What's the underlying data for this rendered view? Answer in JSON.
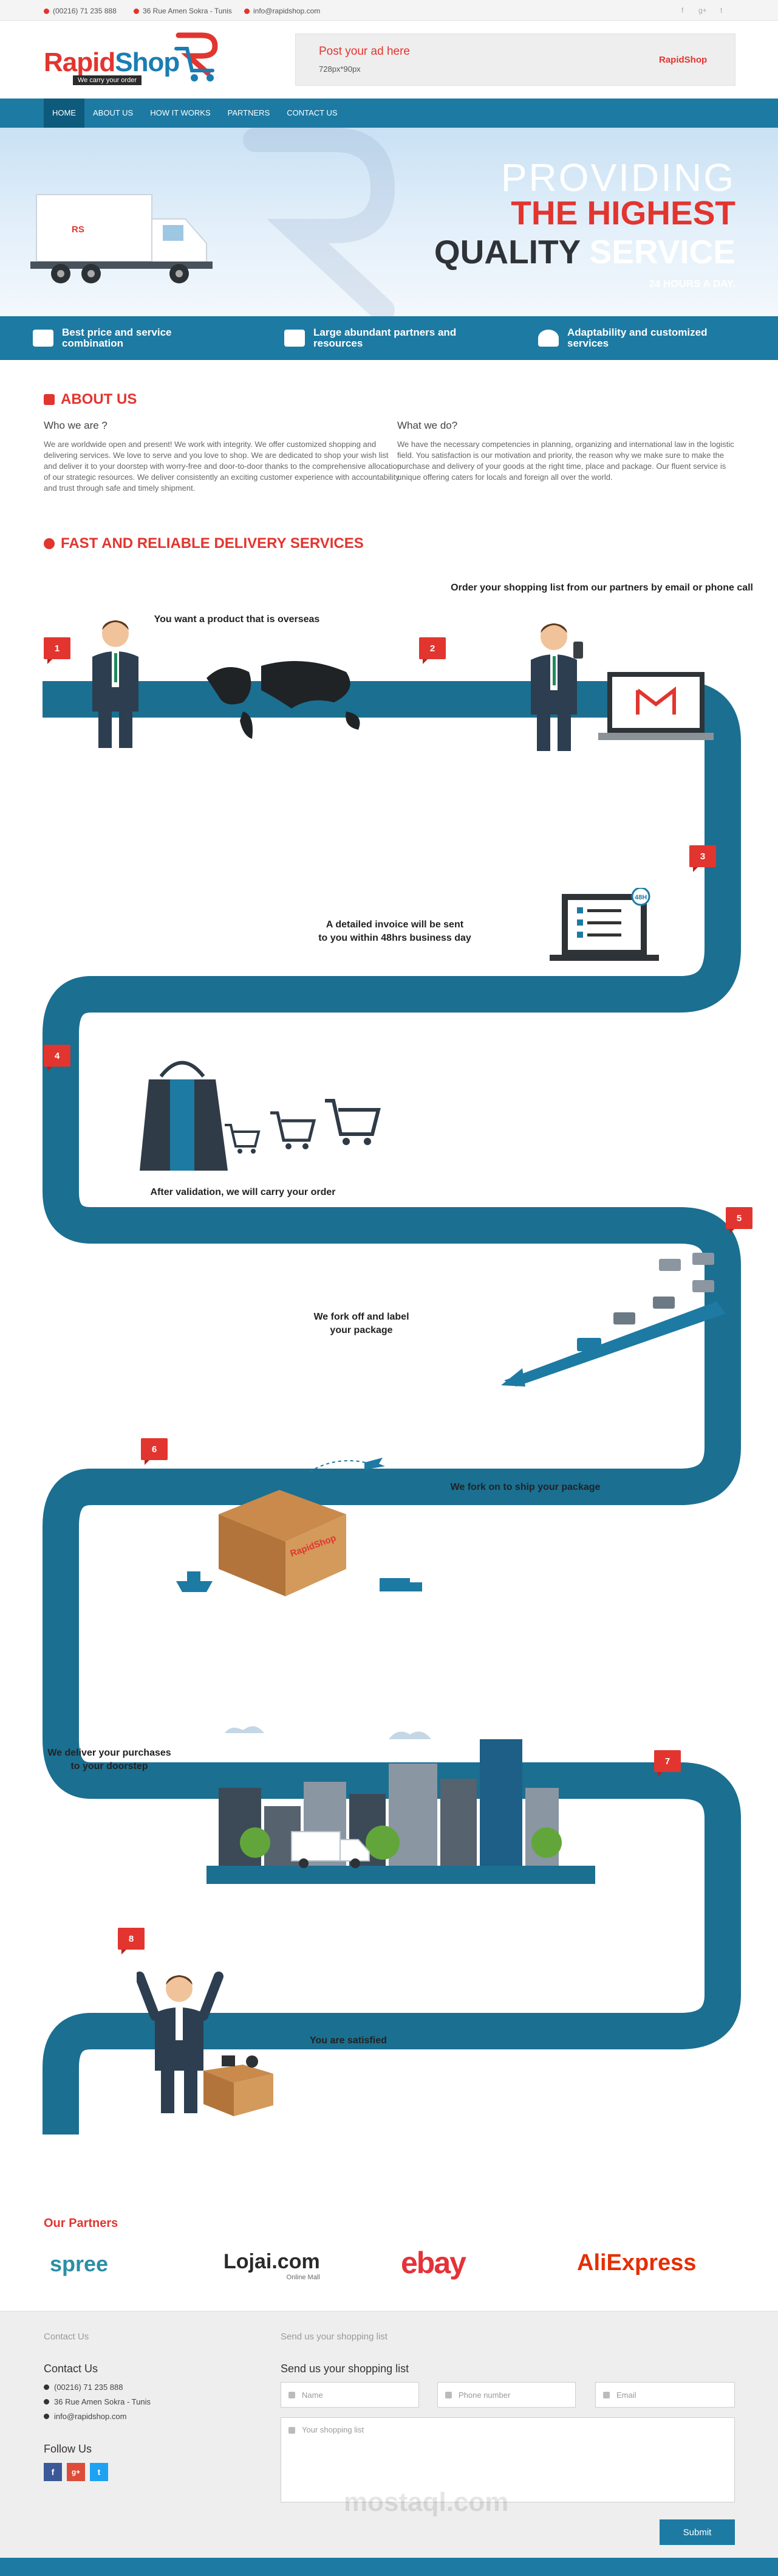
{
  "topbar": {
    "phone": "(00216) 71 235 888",
    "address": "36 Rue Amen Sokra - Tunis",
    "email": "info@rapidshop.com",
    "social": [
      "f",
      "g+",
      "t"
    ]
  },
  "header": {
    "logo_part1": "Rapid",
    "logo_part2": "Shop",
    "tagline": "We carry your order",
    "ad_title": "Post your ad here",
    "ad_size": "728px*90px",
    "ad_logo": "RapidShop"
  },
  "nav": {
    "items": [
      "HOME",
      "ABOUT US",
      "HOW IT WORKS",
      "PARTNERS",
      "CONTACT US"
    ]
  },
  "hero": {
    "line1": "PROVIDING",
    "line2": "THE HIGHEST",
    "line3a": "QUALITY",
    "line3b": "SERVICE",
    "line4": "24 HOURS A DAY."
  },
  "features": [
    {
      "line1": "Best price and service",
      "line2": "combination",
      "icon": "truck-icon"
    },
    {
      "line1": "Large abundant partners and",
      "line2": "resources",
      "icon": "users-icon"
    },
    {
      "line1": "Adaptability and customized",
      "line2": "services",
      "icon": "heart-icon"
    }
  ],
  "about": {
    "title": "ABOUT US",
    "who_title": "Who we are ?",
    "who_text": "We are worldwide open and present! We work with integrity. We offer customized shopping and delivering services. We love to serve and you love to shop. We are dedicated to shop your wish list and deliver it to your doorstep with worry-free and door-to-door thanks to the comprehensive allocation of our strategic resources. We deliver consistently an exciting customer experience with accountability and trust through safe and timely shipment.",
    "what_title": "What we do?",
    "what_text": "We have the necessary competencies in planning, organizing and international law in the logistic field. You satisfaction is our motivation and priority, the reason why we make sure to make the purchase and delivery of your goods at the right time, place and package. Our fluent service is unique offering caters for locals and foreign all over the world."
  },
  "delivery": {
    "title": "FAST AND RELIABLE DELIVERY SERVICES",
    "steps": [
      {
        "num": "1",
        "text": "You want a product that is overseas"
      },
      {
        "num": "2",
        "text": "Order your shopping list from our partners by email or phone call"
      },
      {
        "num": "3",
        "text": "A detailed invoice will be sent to you within 48hrs business day",
        "text_l1": "A detailed invoice will be sent",
        "text_l2": "to you within 48hrs business day"
      },
      {
        "num": "4",
        "text": "After validation, we will carry your order"
      },
      {
        "num": "5",
        "text": "We fork off and label your package",
        "text_l1": "We fork off and label",
        "text_l2": "your package"
      },
      {
        "num": "6",
        "text": "We fork on to ship your package"
      },
      {
        "num": "7",
        "text": "We deliver your purchases to your doorstep",
        "text_l1": "We deliver your purchases",
        "text_l2": "to your doorstep"
      },
      {
        "num": "8",
        "text": "You are satisfied"
      }
    ],
    "icon_badge_48h": "48H",
    "box_label": "RapidShop"
  },
  "partners": {
    "title": "Our Partners",
    "logos": [
      "spree",
      "Lojai.com",
      "ebay",
      "AliExpress"
    ],
    "lojai_sub": "Online Mall"
  },
  "contact": {
    "title": "Contact Us",
    "ghost_left": "Contact Us",
    "ghost_right": "Send us your shopping list",
    "phone": "(00216) 71 235 888",
    "address": "36 Rue Amen Sokra - Tunis",
    "email": "info@rapidshop.com",
    "follow_title": "Follow Us",
    "follow_buttons": [
      "f",
      "g+",
      "t"
    ],
    "form_title": "Send us your shopping list",
    "name_placeholder": "Name",
    "phone_placeholder": "Phone number",
    "email_placeholder": "Email",
    "list_placeholder": "Your shopping list",
    "submit_label": "Submit",
    "watermark": "mostaql.com"
  },
  "colors": {
    "brand_blue": "#1d7aa3",
    "brand_red": "#e2352f",
    "road": "#1b6f91"
  }
}
